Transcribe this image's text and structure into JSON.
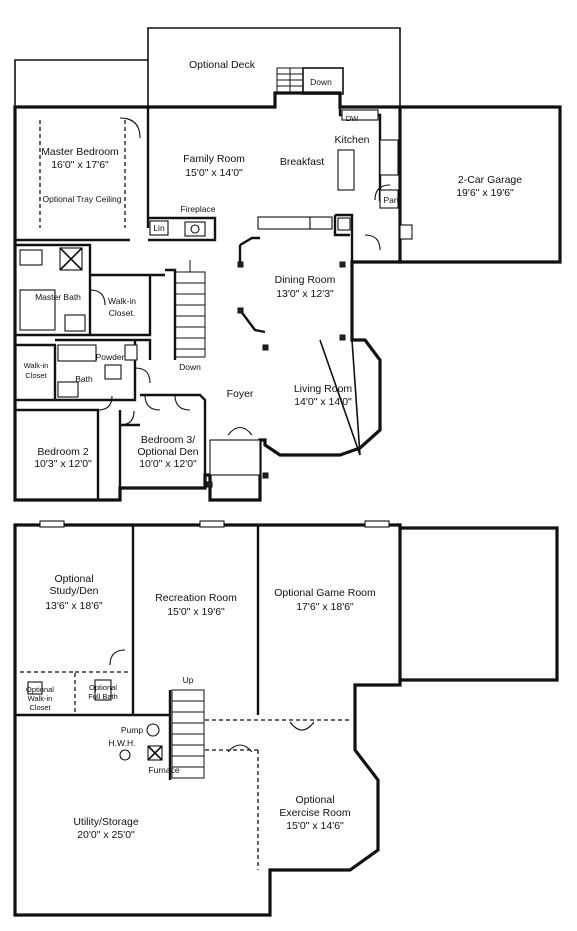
{
  "upper_floor": {
    "optional_deck": "Optional Deck",
    "deck_down": "Down",
    "master_bedroom": {
      "name": "Master Bedroom",
      "size": "16'0\" x 17'6\""
    },
    "tray_ceiling": "Optional Tray Ceiling",
    "family_room": {
      "name": "Family Room",
      "size": "15'0\" x 14'0\""
    },
    "breakfast": "Breakfast",
    "kitchen": "Kitchen",
    "dw": "DW",
    "garage": {
      "name": "2-Car Garage",
      "size": "19'6\" x 19'6\""
    },
    "pan": "Pan",
    "fireplace": "Fireplace",
    "lin": "Lin",
    "dining_room": {
      "name": "Dining Room",
      "size": "13'0\" x 12'3\""
    },
    "master_bath": "Master Bath",
    "walk_in_closet": {
      "line1": "Walk-in",
      "line2": "Closet."
    },
    "powder": "Powder",
    "stair_down": "Down",
    "walk_in_closet2": {
      "line1": "Walk-in",
      "line2": "Closet"
    },
    "bath": "Bath",
    "foyer": "Foyer",
    "living_room": {
      "name": "Living Room",
      "size": "14'0\" x 14'0\""
    },
    "bedroom2": {
      "name": "Bedroom 2",
      "size": "10'3\" x 12'0\""
    },
    "bedroom3": {
      "line1": "Bedroom 3/",
      "line2": "Optional Den",
      "size": "10'0\" x 12'0\""
    }
  },
  "lower_floor": {
    "study": {
      "line1": "Optional",
      "line2": "Study/Den",
      "size": "13'6\" x 18'6\""
    },
    "recreation": {
      "name": "Recreation Room",
      "size": "15'0\" x 19'6\""
    },
    "game_room": {
      "name": "Optional Game Room",
      "size": "17'6\" x 18'6\""
    },
    "opt_walkin": {
      "line1": "Optional",
      "line2": "Walk-in",
      "line3": "Closet"
    },
    "opt_fullbath": {
      "line1": "Optional",
      "line2": "Full Bath"
    },
    "stair_up": "Up",
    "pump": "Pump",
    "hwh": "H.W.H.",
    "furnace": "Furnace",
    "exercise": {
      "line1": "Optional",
      "line2": "Exercise Room",
      "size": "15'0\" x 14'6\""
    },
    "utility": {
      "name": "Utility/Storage",
      "size": "20'0\" x 25'0\""
    }
  }
}
